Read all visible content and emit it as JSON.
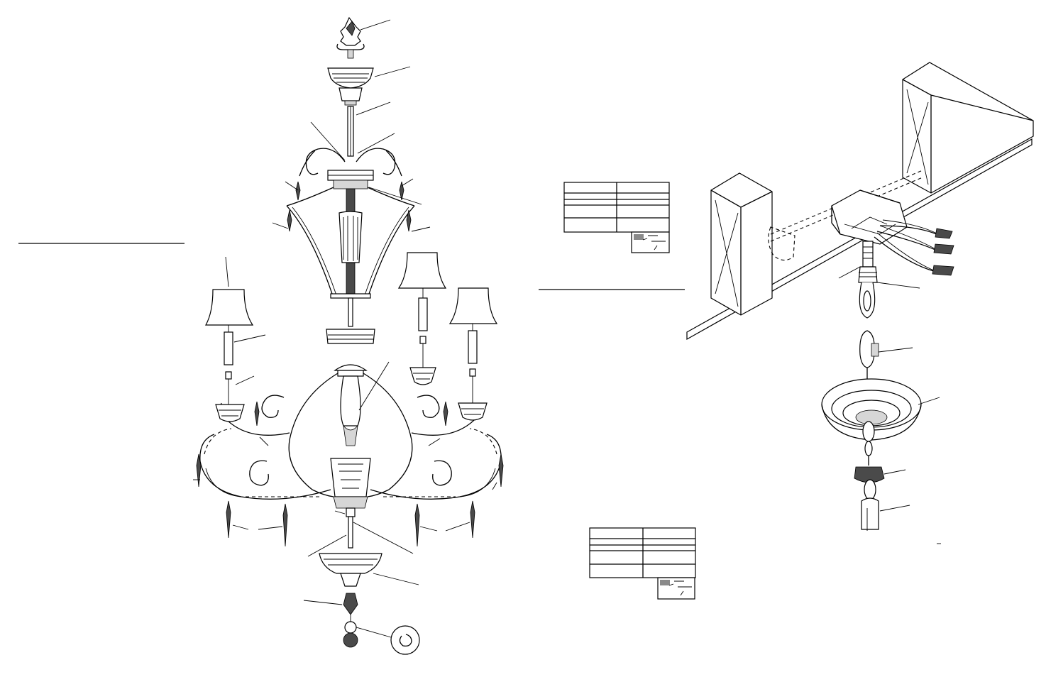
{
  "sheet": {
    "title": "",
    "left_figure": "chandelier-exploded-view",
    "right_figure": "ceiling-mount-installation",
    "colors": {
      "ink": "#000000",
      "paper": "#ffffff",
      "shade": "#4a4a4a",
      "fill": "#d6d6d6"
    }
  },
  "tables": [
    {
      "name": "parts-table-top",
      "rows": 5,
      "cols": 2
    },
    {
      "name": "parts-table-bottom",
      "rows": 5,
      "cols": 2
    }
  ]
}
